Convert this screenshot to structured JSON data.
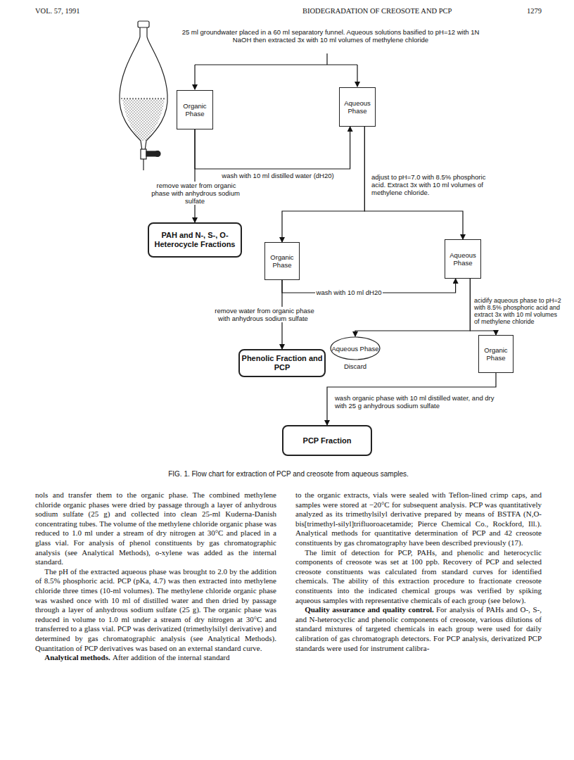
{
  "diagram": {
    "caption": "FIG. 1. Flow chart for extraction of PCP and creosote from aqueous samples.",
    "nodes": [
      {
        "text": [
          "Organic Phase"
        ]
      },
      {
        "text": [
          "Aqueous Phase"
        ]
      },
      {
        "text": [
          "PAH and N-, S-, O- Heterocycle Fractions"
        ]
      },
      {
        "text": [
          "Organic Phase"
        ]
      },
      {
        "text": [
          "Aqueous Phase"
        ]
      },
      {
        "text": [
          "Phenolic Fraction and PCP"
        ]
      },
      {
        "text": [
          "Aqueous Phase",
          "Discard"
        ]
      },
      {
        "text": [
          "Organic Phase"
        ]
      },
      {
        "text": [
          "PCP Fraction"
        ]
      }
    ],
    "edges": [
      {
        "from": 0,
        "to": 1,
        "arrow": "to",
        "label": "wash with 10 ml distilled water (dH20)"
      },
      {
        "from": 0,
        "to": 2,
        "arrow": "to",
        "label": "remove water from organic phase with anhydrous sodium sulfate"
      },
      {
        "from": 1,
        "to": 3,
        "arrow": "to"
      },
      {
        "from": 1,
        "to": 4,
        "arrow": "to"
      },
      {
        "from": 3,
        "to": 4,
        "arrow": "to",
        "label": "wash with 10 ml dH20"
      },
      {
        "from": 3,
        "to": 5,
        "arrow": "to",
        "label": "remove water from organic phase with anhydrous sodium sulfate"
      },
      {
        "from": 4,
        "to": 6,
        "arrow": "to"
      },
      {
        "from": 4,
        "to": 7,
        "arrow": "to"
      },
      {
        "from": 7,
        "to": 8,
        "arrow": "to",
        "label": "wash organic phase with 10 ml distilled water, and dry with 25 g anhydrous sodium sulfate"
      }
    ],
    "labels": [
      "VOL. 57, 1991",
      "BIODEGRADATION OF CREOSOTE AND PCP",
      "1279",
      "25 ml groundwater placed in a 60 ml separatory funnel. Aqueous solutions basified to pH=12 with 1N NaOH then extracted 3x with 10 ml volumes of methylene chloride",
      "adjust to pH=7.0 with 8.5% phosphoric acid. Extract 3x with 10 ml volumes of methylene chloride.",
      "acidify aqueous phase to pH=2 with 8.5% phosphoric acid and extract 3x with 10 ml volumes of methylene chloride",
      "nols and transfer them to the organic phase. The combined methylene chloride organic phases were dried by passage through a layer of anhydrous sodium sulfate (25 g) and collected into clean 25-ml Kuderna-Danish concentrating tubes. The volume of the methylene chloride organic phase was reduced to 1.0 ml under a stream of dry nitrogen at 30°C and placed in a glass vial. For analysis of phenol constituents by gas chromatographic analysis (see Analytical Methods), o-xylene was added as the internal standard.",
      "The pH of the extracted aqueous phase was brought to 2.0 by the addition of 8.5% phosphoric acid. PCP (pKa, 4.7) was then extracted into methylene chloride three times (10-ml volumes). The methylene chloride organic phase was washed once with 10 ml of distilled water and then dried by passage through a layer of anhydrous sodium sulfate (25 g). The organic phase was reduced in volume to 1.0 ml under a stream of dry nitrogen at 30°C and transferred to a glass vial. PCP was derivatized (trimethylsilyl derivative) and determined by gas chromatographic analysis (see Analytical Methods). Quantitation of PCP derivatives was based on an external standard curve.",
      "Analytical methods.",
      "After addition of the internal standard",
      "to the organic extracts, vials were sealed with Teflon-lined crimp caps, and samples were stored at −20°C for subsequent analysis. PCP was quantitatively analyzed as its trimethylsilyl derivative prepared by means of BSTFA (N,O-bis[trimethyl-silyl]trifluoroacetamide; Pierce Chemical Co., Rockford, Ill.). Analytical methods for quantitative determination of PCP and 42 creosote constituents by gas chromatography have been described previously (17).",
      "The limit of detection for PCP, PAHs, and phenolic and heterocyclic components of creosote was set at 100 ppb. Recovery of PCP and selected creosote constituents was calculated from standard curves for identified chemicals. The ability of this extraction procedure to fractionate creosote constituents into the indicated chemical groups was verified by spiking aqueous samples with representative chemicals of each group (see below).",
      "Quality assurance and quality control.",
      "For analysis of PAHs and O-, S-, and N-heterocyclic and phenolic components of creosote, various dilutions of standard mixtures of targeted chemicals in each group were used for daily calibration of gas chromatograph detectors. For PCP analysis, derivatized PCP standards were used for instrument calibra-"
    ]
  }
}
